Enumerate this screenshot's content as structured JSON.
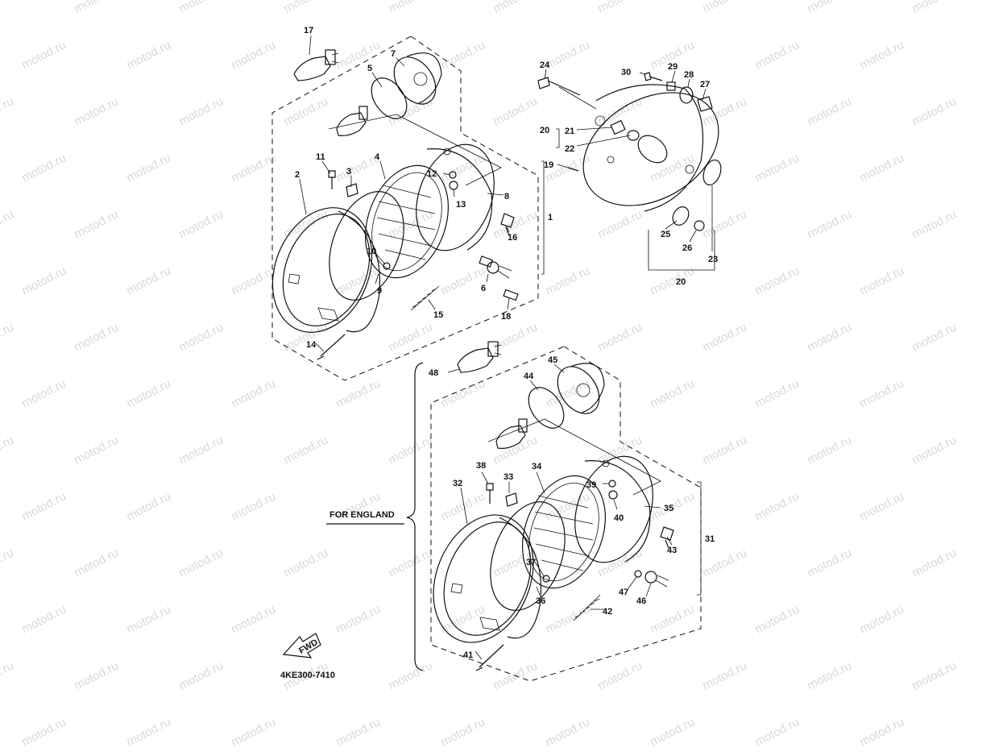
{
  "watermark": "motod.ru",
  "labels": {
    "1": "1",
    "2": "2",
    "3": "3",
    "4": "4",
    "5": "5",
    "6": "6",
    "7": "7",
    "8": "8",
    "9": "9",
    "10": "10",
    "11": "11",
    "12": "12",
    "13": "13",
    "14": "14",
    "15": "15",
    "16": "16",
    "17": "17",
    "18": "18",
    "19": "19",
    "20a": "20",
    "20b": "20",
    "21": "21",
    "22": "22",
    "23": "23",
    "24": "24",
    "25": "25",
    "26": "26",
    "27": "27",
    "28": "28",
    "29": "29",
    "30": "30",
    "31": "31",
    "32": "32",
    "33": "33",
    "34": "34",
    "35": "35",
    "36": "36",
    "37": "37",
    "38": "38",
    "39": "39",
    "40": "40",
    "41": "41",
    "42": "42",
    "43": "43",
    "44": "44",
    "45": "45",
    "46": "46",
    "47": "47",
    "48": "48"
  },
  "for_england": "FOR ENGLAND",
  "fwd": "FWD",
  "part_code": "4KE300-7410"
}
